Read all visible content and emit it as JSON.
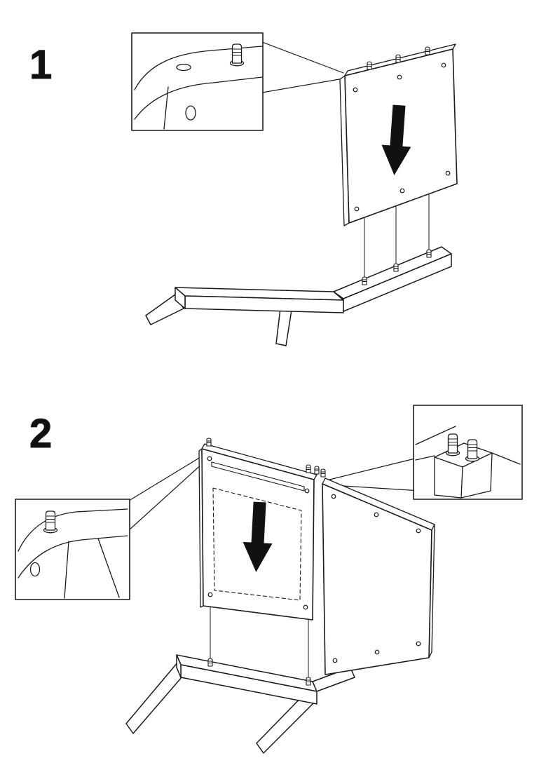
{
  "page": {
    "background_color": "#ffffff",
    "line_color": "#1a1a1a",
    "arrow_color": "#111111"
  },
  "steps": [
    {
      "number": "1"
    },
    {
      "number": "2"
    }
  ],
  "icons": {
    "step1_arrow": "down-arrow",
    "step2_arrow": "down-arrow",
    "fastener": "dowel-pin"
  }
}
